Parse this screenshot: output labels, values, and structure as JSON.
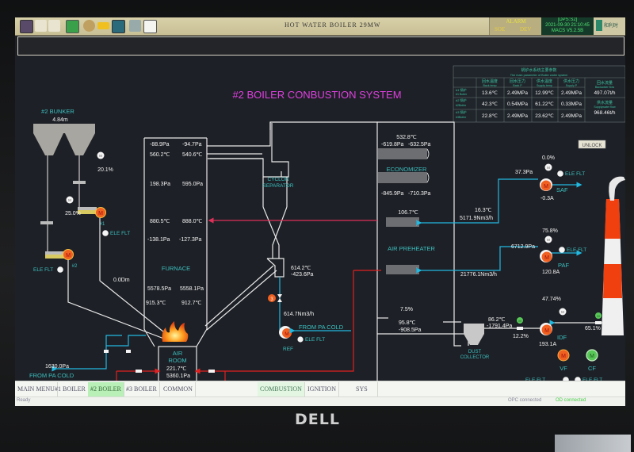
{
  "window": {
    "title": "HOT WATER BOILER 29MW",
    "toolbar_icons": [
      "monitor-icon",
      "hand-back-icon",
      "hand-forward-icon",
      "trend-icon",
      "settings-icon",
      "folder-icon",
      "chart-window-icon",
      "printer-icon",
      "report-icon"
    ],
    "alarm": {
      "label": "ALARM",
      "sub1": "SOE",
      "sub2": "DEV"
    },
    "dps": {
      "line1": "[DPS:S2]",
      "line2": "2021-09-30 21:10:45",
      "line3": "MACS V5.2.5B"
    },
    "logo_text": "和利时"
  },
  "page_title": "#2 BOILER CONBUSTION SYSTEM",
  "colors": {
    "title": "#e040e0",
    "label": "#3cc0c0",
    "value": "#f2f2f2",
    "pipe_white": "#e8e8e8",
    "hot_air": "#e0305a",
    "cold_air": "#22b8e0",
    "motor_orange": "#f06020",
    "motor_green": "#40c840",
    "flue_red": "#e02020"
  },
  "param_table": {
    "title": "锅炉水系统主要参数",
    "subtitle": "The main parameter of Boiler water system",
    "headers": [
      {
        "cn": "回水温度",
        "en": "Back temp"
      },
      {
        "cn": "回水压力",
        "en": "Back P"
      },
      {
        "cn": "供水温度",
        "en": "Supply temp"
      },
      {
        "cn": "供水压力",
        "en": "Supply P"
      }
    ],
    "rows": [
      {
        "cn": "#1 锅炉",
        "en": "#1 Boiler",
        "values": [
          "13.6℃",
          "2.49MPa",
          "12.99℃",
          "2.49MPa"
        ]
      },
      {
        "cn": "#2 锅炉",
        "en": "#2Boiler",
        "values": [
          "42.3℃",
          "0.54MPa",
          "61.22℃",
          "0.33MPa"
        ]
      },
      {
        "cn": "#3 锅炉",
        "en": "#3Boiler",
        "values": [
          "22.8℃",
          "2.49MPa",
          "23.62℃",
          "2.49MPa"
        ]
      }
    ],
    "backwater_flow": {
      "cn": "回水流量",
      "en": "Backwater flow",
      "value": "497.07t/h"
    },
    "supplywater_flow": {
      "cn": "供水流量",
      "en": "Supplywater flow",
      "value": "968.46t/h"
    }
  },
  "unlock_label": "UNLOCK",
  "bunker": {
    "label": "#2 BUNKER",
    "level": "4.84m"
  },
  "feeders": [
    {
      "id": "#1",
      "speed": "20.1%",
      "fault": "ELE FLT"
    },
    {
      "id": "#2",
      "speed": "25.0%",
      "fault": "ELE FLT"
    }
  ],
  "coal_line_value": "0.0Dm",
  "furnace": {
    "label": "FURNACE",
    "readings": [
      [
        "-88.9Pa",
        "-94.7Pa"
      ],
      [
        "560.2℃",
        "540.6℃"
      ],
      [
        "198.3Pa",
        "595.0Pa"
      ],
      [
        "880.5℃",
        "888.0℃"
      ],
      [
        "-138.1Pa",
        "-127.3Pa"
      ],
      [
        "5578.5Pa",
        "5558.1Pa"
      ],
      [
        "915.3℃",
        "912.7℃"
      ]
    ]
  },
  "cyclone": {
    "label1": "CYCLON",
    "label2": "SEPARATOR",
    "temp": "614.2℃",
    "pressure": "-423.6Pa"
  },
  "ref": {
    "flow": "614.7Nm3/h",
    "source": "FROM PA COLD",
    "label": "REF",
    "fault": "ELE FLT",
    "valve_id": "3"
  },
  "air_room": {
    "label1": "AIR",
    "label2": "ROOM",
    "temp": "221.7℃",
    "pressure": "5360.1Pa"
  },
  "pa_cold_left": {
    "pressure": "1630.0Pa",
    "source": "FROM PA COLD"
  },
  "economizer": {
    "label": "ECONOMIZER",
    "temp_in": "532.8℃",
    "p1": "-619.8Pa",
    "p2": "-632.5Pa",
    "p3": "-845.9Pa",
    "p4": "-710.3Pa"
  },
  "air_preheater": {
    "label": "AIR PREHEATER",
    "temp": "106.7℃",
    "o2": "7.5%",
    "out_temp": "95.8℃",
    "out_pressure": "-908.5Pa"
  },
  "saf": {
    "label": "SAF",
    "opening": "0.0%",
    "pressure": "37.3Pa",
    "current": "-0.3A",
    "fault": "ELE FLT",
    "air_temp": "16.3℃",
    "air_flow": "5171.9Nm3/h"
  },
  "paf": {
    "label": "PAF",
    "opening": "75.8%",
    "pressure": "6712.9Pa",
    "current": "120.8A",
    "fault": "ELE FLT",
    "air_flow": "21776.1Nm3/h"
  },
  "dust_collector": {
    "label1": "DUST",
    "label2": "COLLECTOR",
    "temp": "86.2℃",
    "pressure": "-1791.4Pa"
  },
  "idf": {
    "label": "IDF",
    "opening": "47.74%",
    "current": "193.1A",
    "inlet_damper": "12.2%",
    "outlet_damper": "65.1%"
  },
  "vf": {
    "label": "VF",
    "fault": "ELE FLT"
  },
  "cf": {
    "label": "CF",
    "fault": "ELE FLT"
  },
  "motor_glyph": "M",
  "nav": {
    "left": [
      "MAIN MENU",
      "#1 BOILER",
      "#2 BOILER",
      "#3 BOILER",
      "COMMON"
    ],
    "right": [
      "COMBUSTION",
      "IGNITION",
      "SYS"
    ],
    "active_left": "#2 BOILER",
    "active_right": "COMBUSTION"
  },
  "status": {
    "text": "Ready",
    "right1": "OPC connected",
    "right2": "OD connected"
  },
  "monitor_brand": "DELL"
}
